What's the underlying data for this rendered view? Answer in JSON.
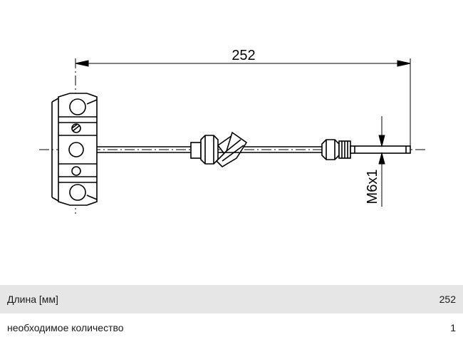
{
  "drawing": {
    "length_label": "252",
    "thread_label": "M6x1"
  },
  "specs": [
    {
      "label": "Длина [мм]",
      "value": "252"
    },
    {
      "label": "необходимое количество",
      "value": "1"
    }
  ],
  "colors": {
    "line": "#000000",
    "row_shade": "#e6e6e6"
  }
}
